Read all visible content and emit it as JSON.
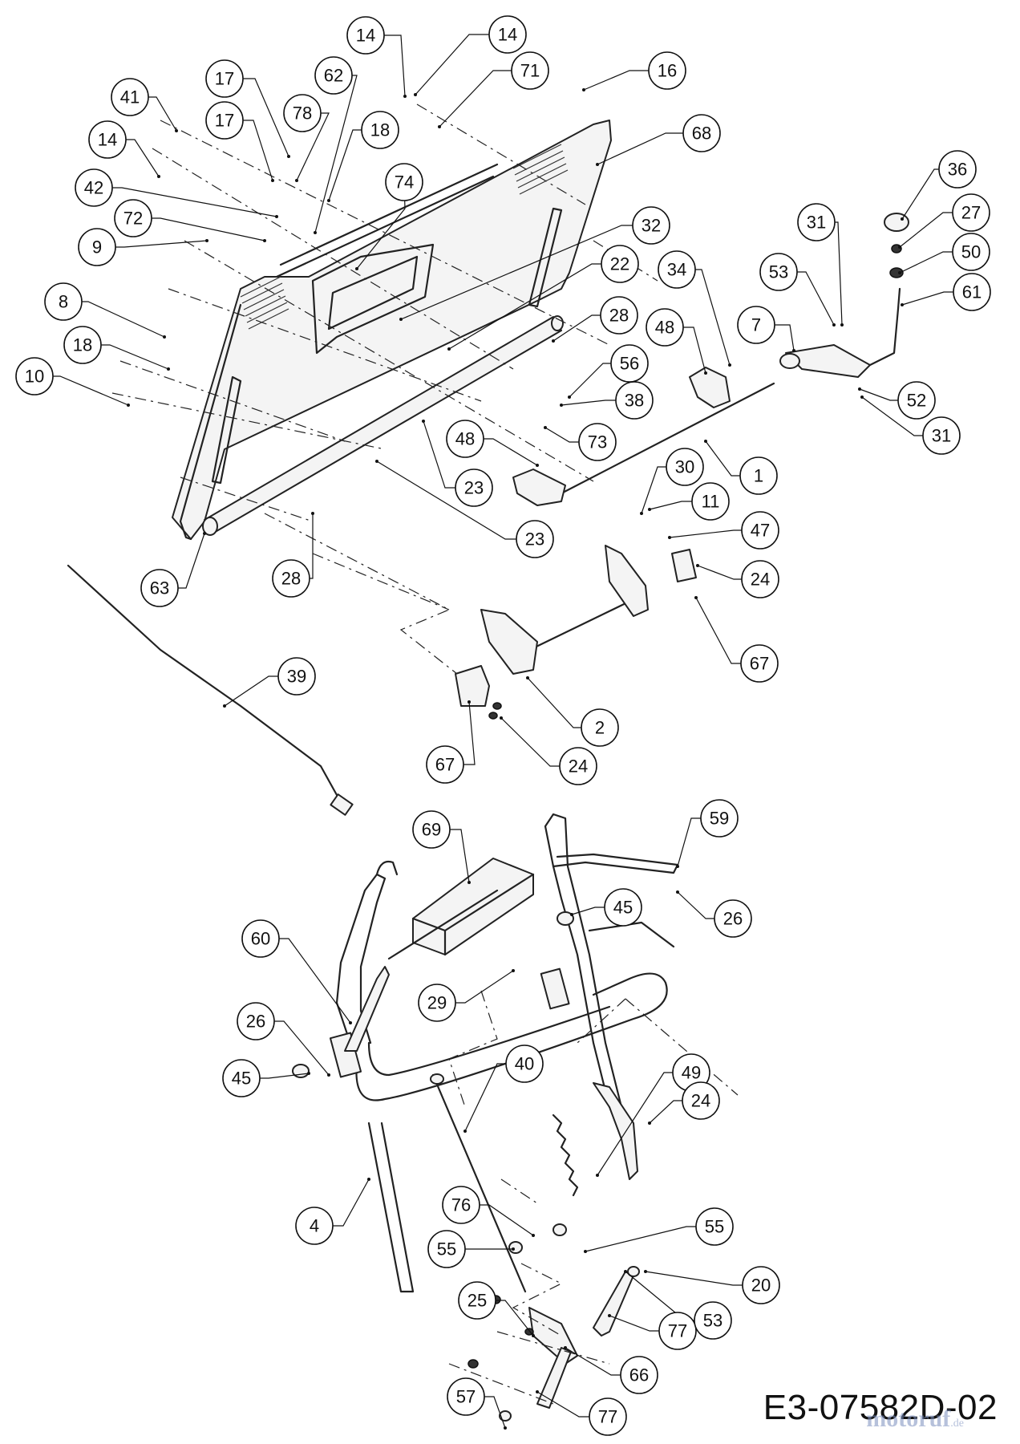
{
  "diagram": {
    "document_code": "E3-07582D-02",
    "watermark": "motoruf",
    "watermark_suffix": ".de",
    "callouts": [
      {
        "label": "14"
      },
      {
        "label": "14"
      },
      {
        "label": "71"
      },
      {
        "label": "16"
      },
      {
        "label": "17"
      },
      {
        "label": "62"
      },
      {
        "label": "78"
      },
      {
        "label": "41"
      },
      {
        "label": "17"
      },
      {
        "label": "18"
      },
      {
        "label": "68"
      },
      {
        "label": "14"
      },
      {
        "label": "74"
      },
      {
        "label": "36"
      },
      {
        "label": "42"
      },
      {
        "label": "72"
      },
      {
        "label": "32"
      },
      {
        "label": "27"
      },
      {
        "label": "31"
      },
      {
        "label": "9"
      },
      {
        "label": "22"
      },
      {
        "label": "50"
      },
      {
        "label": "34"
      },
      {
        "label": "53"
      },
      {
        "label": "61"
      },
      {
        "label": "8"
      },
      {
        "label": "28"
      },
      {
        "label": "7"
      },
      {
        "label": "48"
      },
      {
        "label": "18"
      },
      {
        "label": "56"
      },
      {
        "label": "10"
      },
      {
        "label": "38"
      },
      {
        "label": "52"
      },
      {
        "label": "48"
      },
      {
        "label": "73"
      },
      {
        "label": "31"
      },
      {
        "label": "23"
      },
      {
        "label": "30"
      },
      {
        "label": "1"
      },
      {
        "label": "11"
      },
      {
        "label": "23"
      },
      {
        "label": "47"
      },
      {
        "label": "63"
      },
      {
        "label": "28"
      },
      {
        "label": "24"
      },
      {
        "label": "67"
      },
      {
        "label": "39"
      },
      {
        "label": "2"
      },
      {
        "label": "67"
      },
      {
        "label": "24"
      },
      {
        "label": "69"
      },
      {
        "label": "59"
      },
      {
        "label": "45"
      },
      {
        "label": "26"
      },
      {
        "label": "60"
      },
      {
        "label": "29"
      },
      {
        "label": "26"
      },
      {
        "label": "40"
      },
      {
        "label": "49"
      },
      {
        "label": "45"
      },
      {
        "label": "24"
      },
      {
        "label": "76"
      },
      {
        "label": "4"
      },
      {
        "label": "55"
      },
      {
        "label": "55"
      },
      {
        "label": "20"
      },
      {
        "label": "25"
      },
      {
        "label": "77"
      },
      {
        "label": "53"
      },
      {
        "label": "66"
      },
      {
        "label": "57"
      },
      {
        "label": "77"
      }
    ]
  }
}
